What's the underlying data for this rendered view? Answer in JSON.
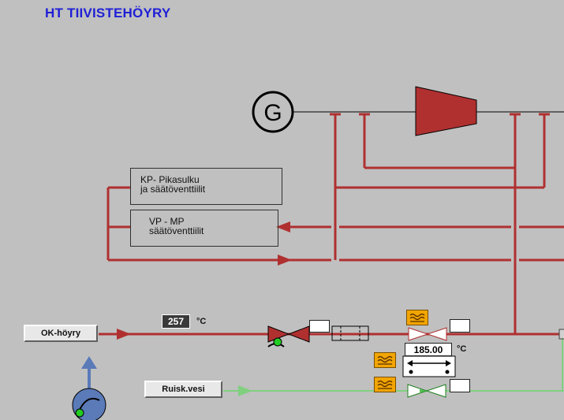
{
  "title": "HT TIIVISTEHÖYRY",
  "boxes": {
    "kp_line1": "KP- Pikasulku",
    "kp_line2": "ja säätöventtiilit",
    "vp_line1": "VP - MP",
    "vp_line2": "säätöventtiilit"
  },
  "buttons": {
    "ok_hoyry": "OK-höyry",
    "ruisk_vesi": "Ruisk.vesi"
  },
  "readouts": {
    "temp_steam": "257",
    "temp_steam_unit": "°C",
    "temp_setpoint": "185.00",
    "temp_setpoint_unit": "°C"
  },
  "generator_label": "G",
  "colors": {
    "background": "#c0c0c0",
    "steam_line": "#b03030",
    "water_line": "#80d080",
    "title": "#1f1fd6",
    "alarm_button": "#f2a500"
  }
}
